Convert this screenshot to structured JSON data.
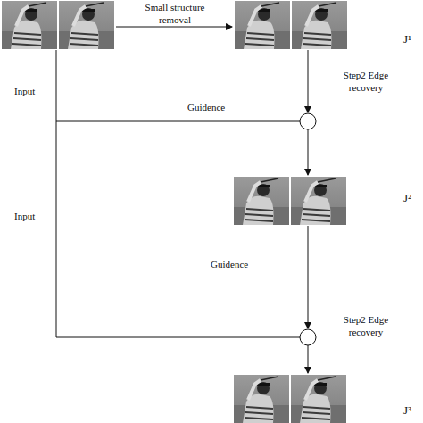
{
  "diagram": {
    "labels": [
      "Small structure removal",
      "J¹",
      "Input",
      "Step2 Edge recovery",
      "Guidence",
      "J²",
      "Input",
      "Guidence",
      "Step2 Edge recovery",
      "J³"
    ]
  }
}
